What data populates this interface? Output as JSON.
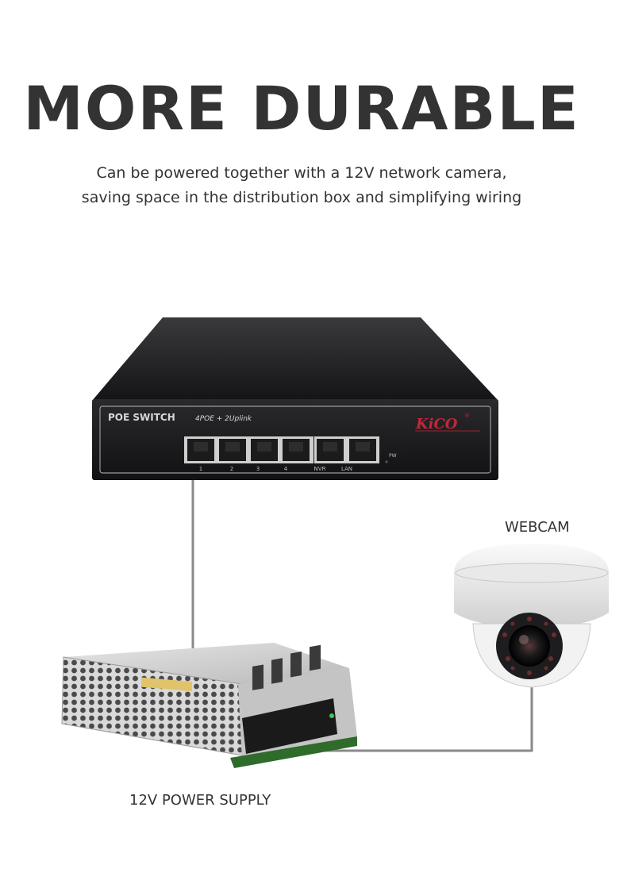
{
  "headline": "MORE DURABLE",
  "subtitle": {
    "line1": "Can be powered together with a 12V network camera,",
    "line2": "saving space in the distribution box and simplifying wiring"
  },
  "switch": {
    "title": "POE SWITCH",
    "subtitle": "4POE + 2Uplink",
    "brand": "KiCO",
    "brand_mark": "®",
    "ports": [
      "1",
      "2",
      "3",
      "4",
      "NVR",
      "LAN"
    ],
    "power_led_label": "PW"
  },
  "labels": {
    "webcam": "WEBCAM",
    "power_supply": "12V POWER SUPPLY"
  },
  "colors": {
    "text": "#333333",
    "cable": "#8a8a8a",
    "switch_body": "#1c1c1e",
    "brand": "#c0273a"
  }
}
